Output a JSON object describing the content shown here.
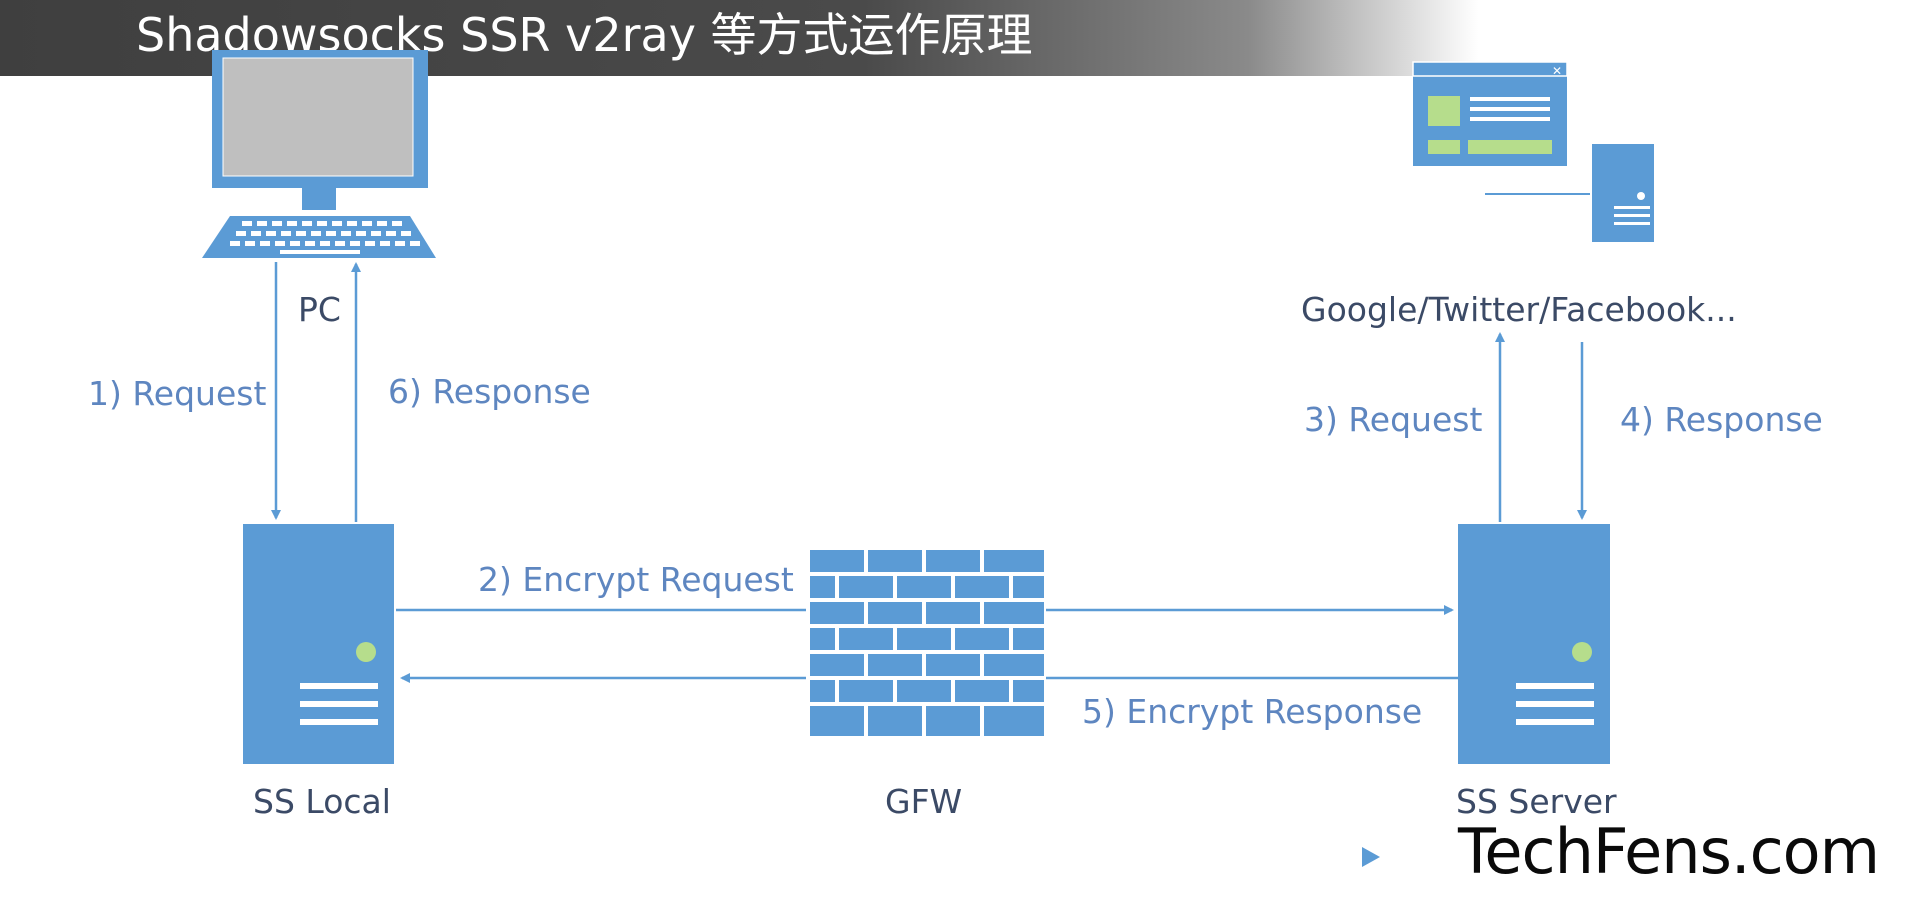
{
  "title": "Shadowsocks SSR v2ray 等方式运作原理",
  "nodes": {
    "pc": "PC",
    "ss_local": "SS Local",
    "gfw": "GFW",
    "ss_server": "SS Server",
    "websites": "Google/Twitter/Facebook..."
  },
  "arrows": {
    "step1": "1) Request",
    "step2": "2) Encrypt Request",
    "step3": "3) Request",
    "step4": "4) Response",
    "step5": "5) Encrypt Response",
    "step6": "6) Response"
  },
  "watermark": "TechFens.com",
  "colors": {
    "accent": "#5b9bd5",
    "label": "#5e86c0",
    "node_label": "#3b4a66",
    "light_green": "#b6dd8c",
    "screen_gray": "#bfbfbf"
  },
  "icons": [
    "monitor-icon",
    "keyboard-icon",
    "server-icon",
    "firewall-icon",
    "website-window-icon",
    "web-server-icon"
  ]
}
